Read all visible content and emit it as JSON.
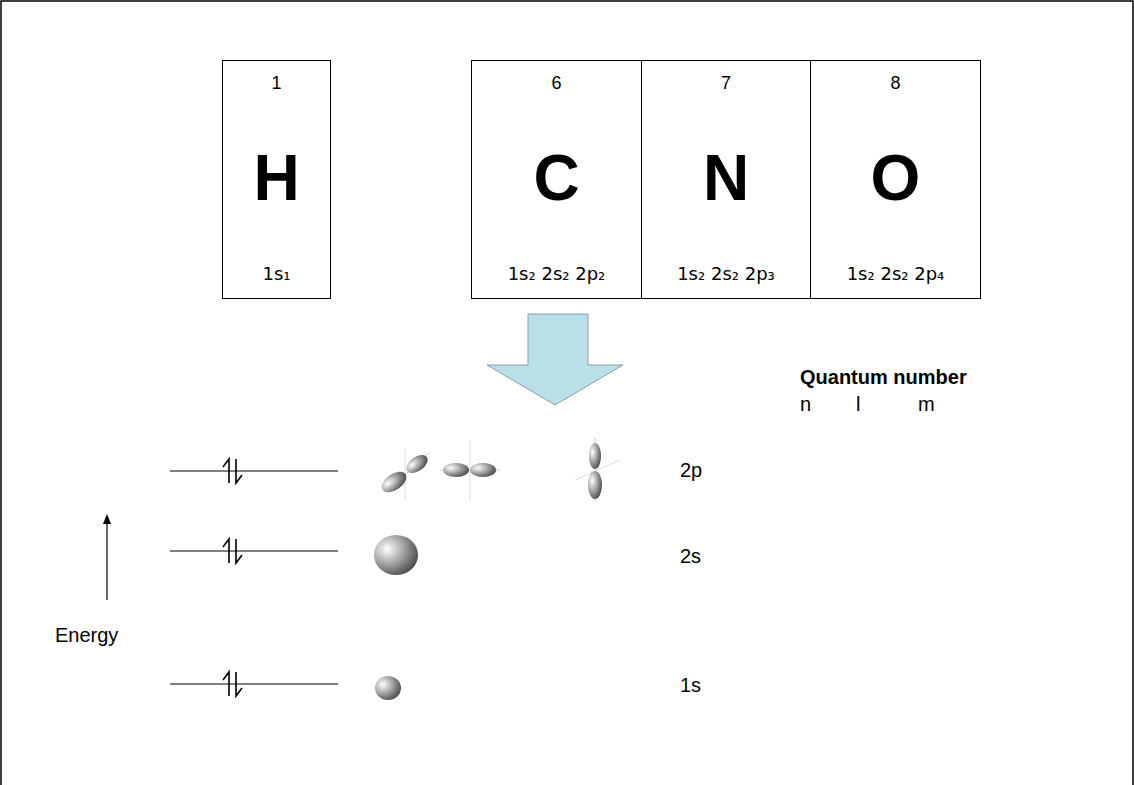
{
  "diagram": {
    "nodes": [
      {
        "text": [
          "1",
          "H",
          "1s₁"
        ]
      },
      {
        "text": [
          "6",
          "C",
          "1s₂ 2s₂ 2p₂"
        ]
      },
      {
        "text": [
          "7",
          "N",
          "1s₂ 2s₂ 2p₃"
        ]
      },
      {
        "text": [
          "8",
          "O",
          "1s₂ 2s₂ 2p₄"
        ]
      }
    ],
    "labels": [
      "Quantum number",
      "n",
      "l",
      "m",
      "2p",
      "2s",
      "1s",
      "Energy"
    ]
  }
}
